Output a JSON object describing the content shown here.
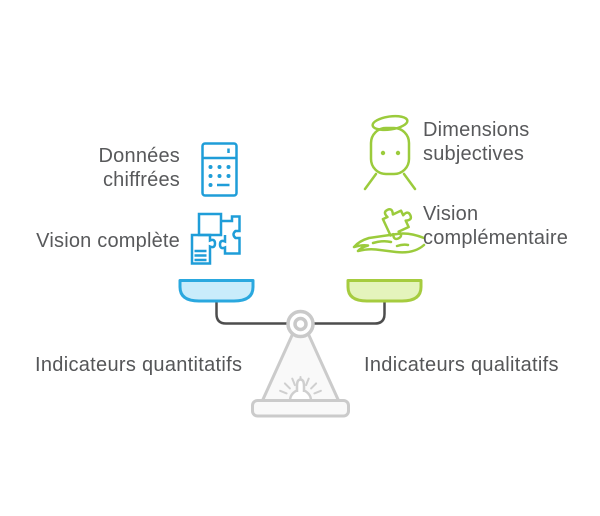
{
  "diagram_type": "balance-comparison",
  "left_panel": {
    "items": [
      {
        "icon": "calculator-icon",
        "lines": [
          "Données",
          "chiffrées"
        ]
      },
      {
        "icon": "puzzle-icon",
        "lines": [
          "Vision complète"
        ]
      }
    ],
    "category": "Indicateurs quantitatifs",
    "accent_color": "#1F9DD8",
    "pan_fill": "#C9ECFB",
    "pan_stroke": "#2AA8DF"
  },
  "right_panel": {
    "items": [
      {
        "icon": "person-thinking-icon",
        "lines": [
          "Dimensions",
          "subjectives"
        ]
      },
      {
        "icon": "hand-puzzle-icon",
        "lines": [
          "Vision",
          "complémentaire"
        ]
      }
    ],
    "category": "Indicateurs qualitatifs",
    "accent_color": "#9BCB3C",
    "pan_fill": "#E4F4BC",
    "pan_stroke": "#A6CC3F"
  },
  "scale": {
    "icon": "balance-scale-icon",
    "beam_color": "#4D4D4D",
    "stand_stroke": "#CBCBCB",
    "stand_fill": "#F9F9F9",
    "text_color": "#58595b"
  }
}
